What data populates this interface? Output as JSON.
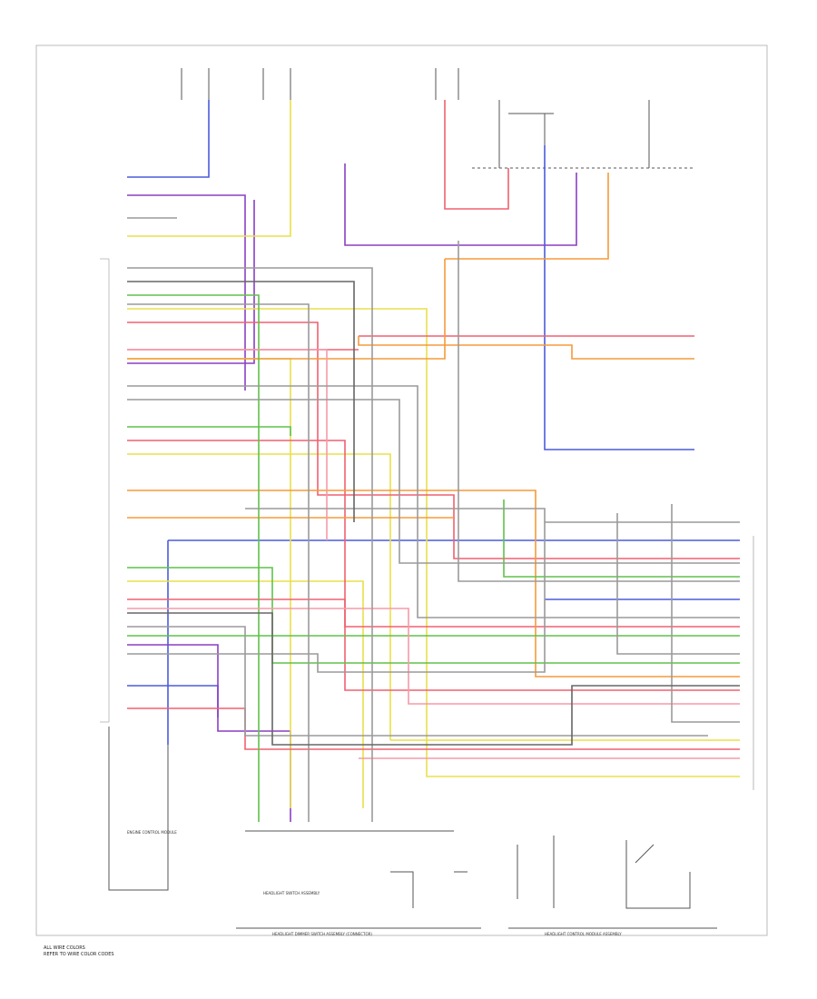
{
  "diagram": {
    "footer_left": {
      "line1": "ALL WIRE COLORS",
      "line2": "REFER TO WIRE COLOR CODES"
    },
    "ecm_label": "ENGINE CONTROL MODULE",
    "bottom_left_caption": "HEADLIGHT SWITCH ASSEMBLY",
    "bottom_center_caption": "HEADLIGHT DIMMER SWITCH ASSEMBLY (CONNECTOR)",
    "bottom_right_caption": "HEADLIGHT CONTROL MODULE ASSEMBLY"
  }
}
